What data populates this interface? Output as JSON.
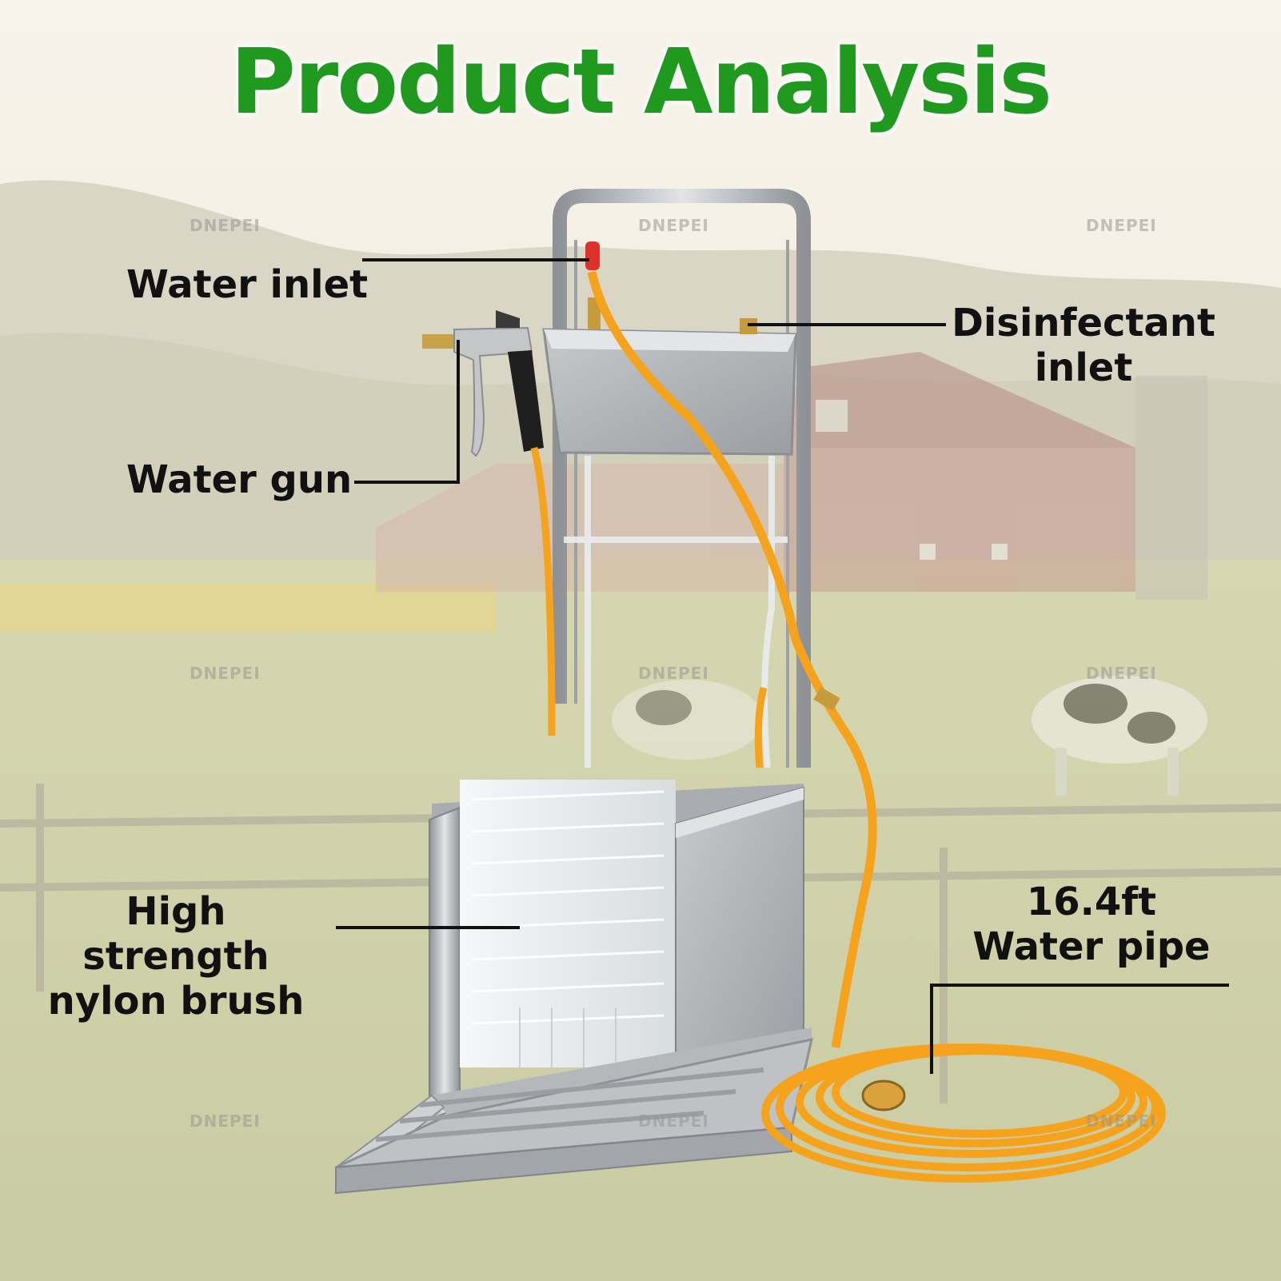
{
  "title": "Product Analysis",
  "callouts": {
    "water_inlet": "Water inlet",
    "disinfectant_inlet_line1": "Disinfectant",
    "disinfectant_inlet_line2": "inlet",
    "water_gun": "Water gun",
    "nylon_brush_line1": "High strength",
    "nylon_brush_line2": "nylon brush",
    "water_pipe_line1": "16.4ft",
    "water_pipe_line2": "Water pipe"
  },
  "watermark": "DNEPEI",
  "colors": {
    "title_green": "#1f9a1f",
    "label_text": "#111111",
    "hose_orange": "#f5a21c",
    "steel": "#b9bcbf"
  }
}
